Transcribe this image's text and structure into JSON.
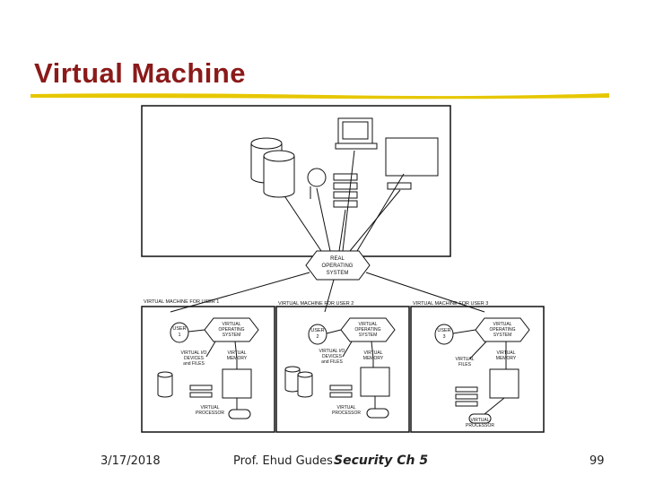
{
  "slide": {
    "title": "Virtual Machine",
    "accent_color": "#8b1a1a",
    "underline_color": "#e6c700"
  },
  "diagram": {
    "real_os": [
      "REAL",
      "OPERATING",
      "SYSTEM"
    ],
    "vm_labels": [
      "VIRTUAL MACHINE FOR USER 1",
      "VIRTUAL MACHINE FOR USER 2",
      "VIRTUAL MACHINE FOR USER 3"
    ],
    "users": [
      [
        "USER",
        "1"
      ],
      [
        "USER",
        "2"
      ],
      [
        "USER",
        "3"
      ]
    ],
    "virtual_os": [
      "VIRTUAL",
      "OPERATING",
      "SYSTEM"
    ],
    "vm_io_devices": [
      "VIRTUAL I/O",
      "DEVICES",
      "and FILES"
    ],
    "vm_files": [
      "VIRTUAL",
      "FILES"
    ],
    "vm_memory": [
      "VIRTUAL",
      "MEMORY"
    ],
    "vm_processor": [
      "VIRTUAL",
      "PROCESSOR"
    ]
  },
  "footer": {
    "date": "3/17/2018",
    "author": "Prof. Ehud Gudes",
    "course": "Security Ch 5",
    "page": "99"
  }
}
